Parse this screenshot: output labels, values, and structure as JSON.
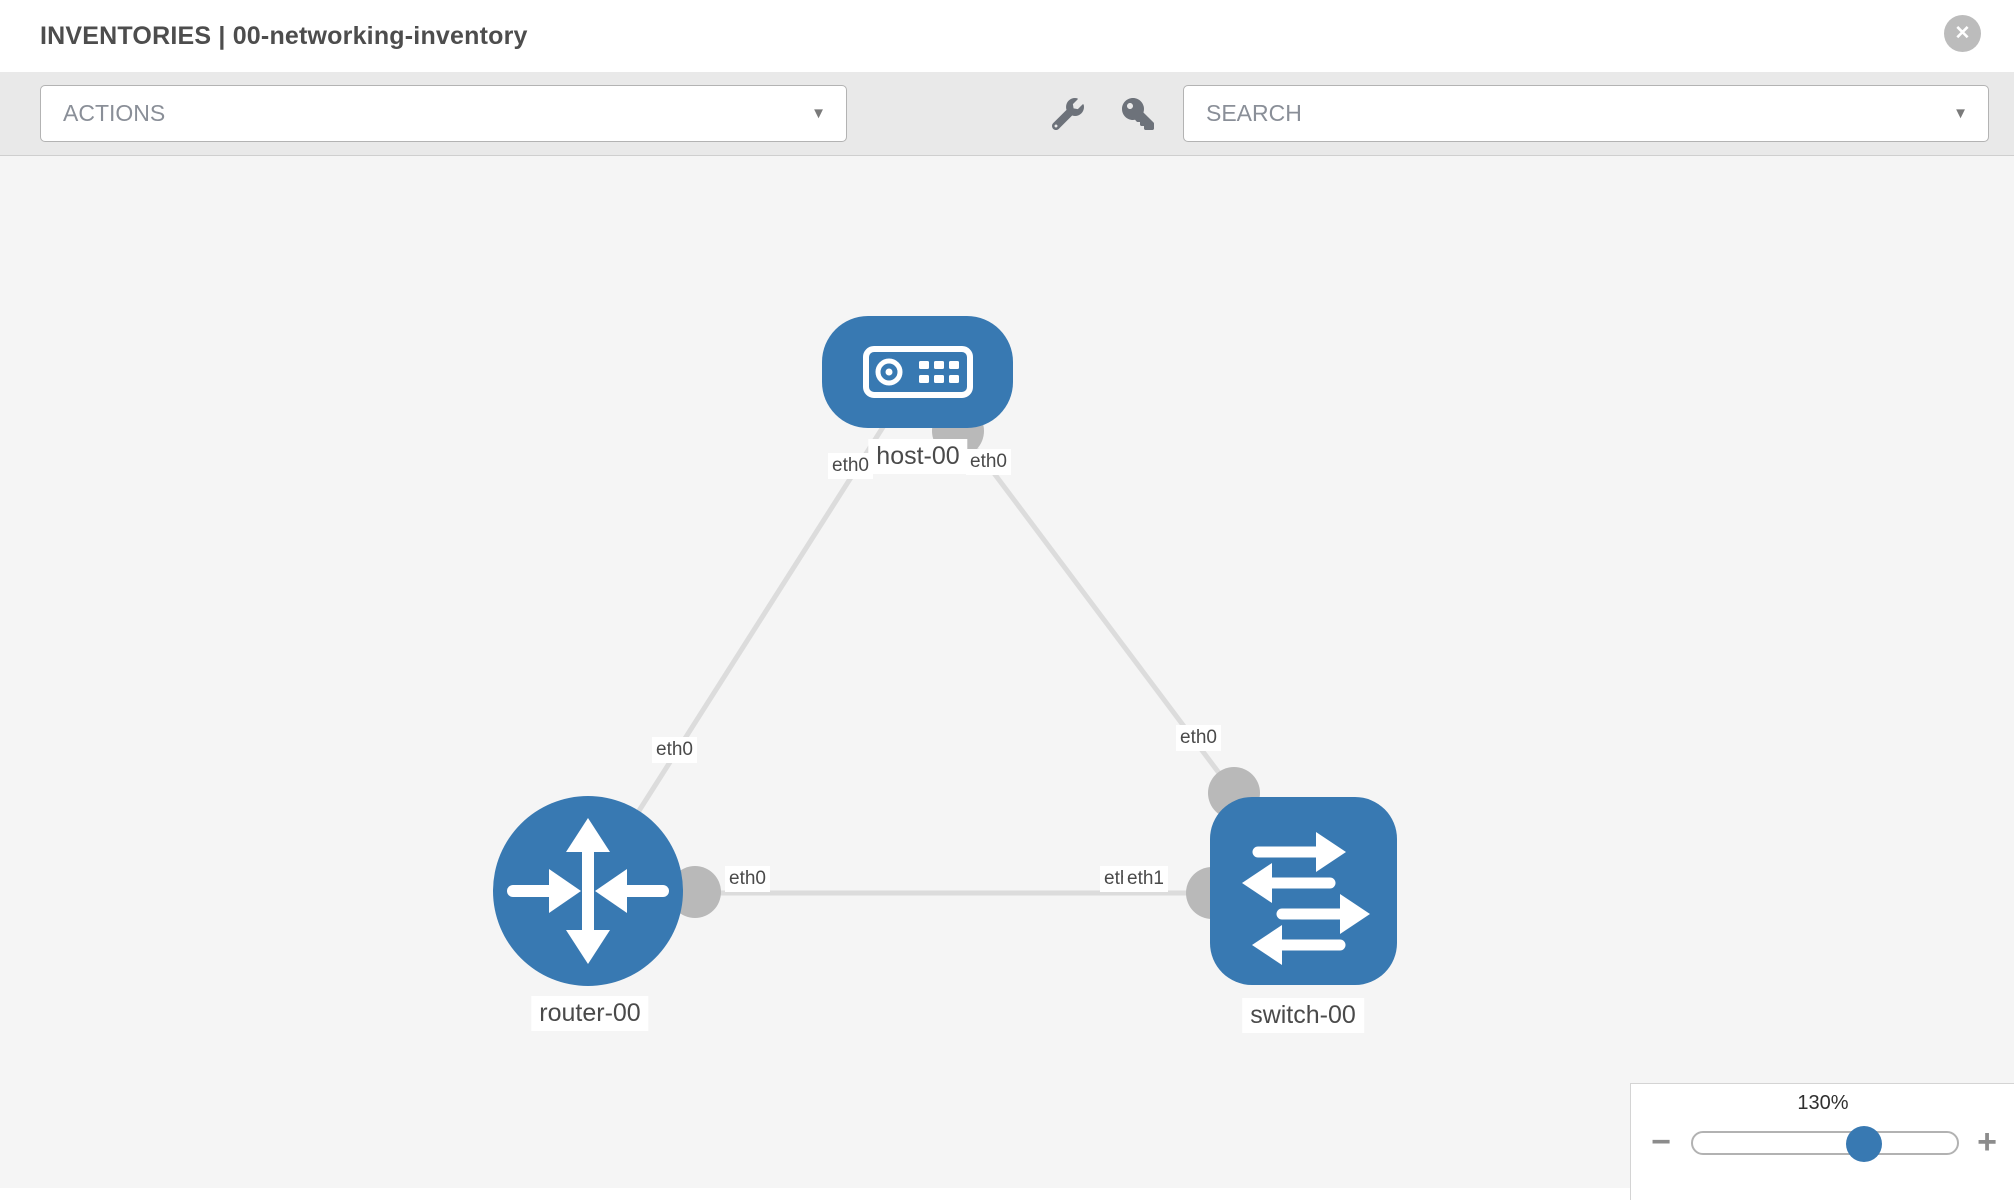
{
  "header": {
    "title": "INVENTORIES | 00-networking-inventory",
    "close_glyph": "✕"
  },
  "toolbar": {
    "actions_label": "ACTIONS",
    "search_placeholder": "SEARCH",
    "dropdown_glyph": "▼"
  },
  "diagram": {
    "nodes": [
      {
        "id": "host-00",
        "type": "host",
        "label": "host-00"
      },
      {
        "id": "router-00",
        "type": "router",
        "label": "router-00"
      },
      {
        "id": "switch-00",
        "type": "switch",
        "label": "switch-00"
      }
    ],
    "links": [
      {
        "from": "host-00",
        "to": "router-00",
        "from_label": "eth0",
        "to_label": "eth0"
      },
      {
        "from": "host-00",
        "to": "switch-00",
        "from_label": "eth0",
        "to_label": "eth0"
      },
      {
        "from": "router-00",
        "to": "switch-00",
        "from_label": "eth0",
        "to_label": "eth1",
        "to_label_overlap": "eth1"
      }
    ]
  },
  "zoom_control": {
    "level": "130%",
    "minus_glyph": "−",
    "plus_glyph": "+"
  },
  "colors": {
    "node_blue": "#3879b2",
    "link_gray": "#dcdcdc",
    "connector_gray": "#b9b9b9",
    "canvas_bg": "#f5f5f5"
  }
}
